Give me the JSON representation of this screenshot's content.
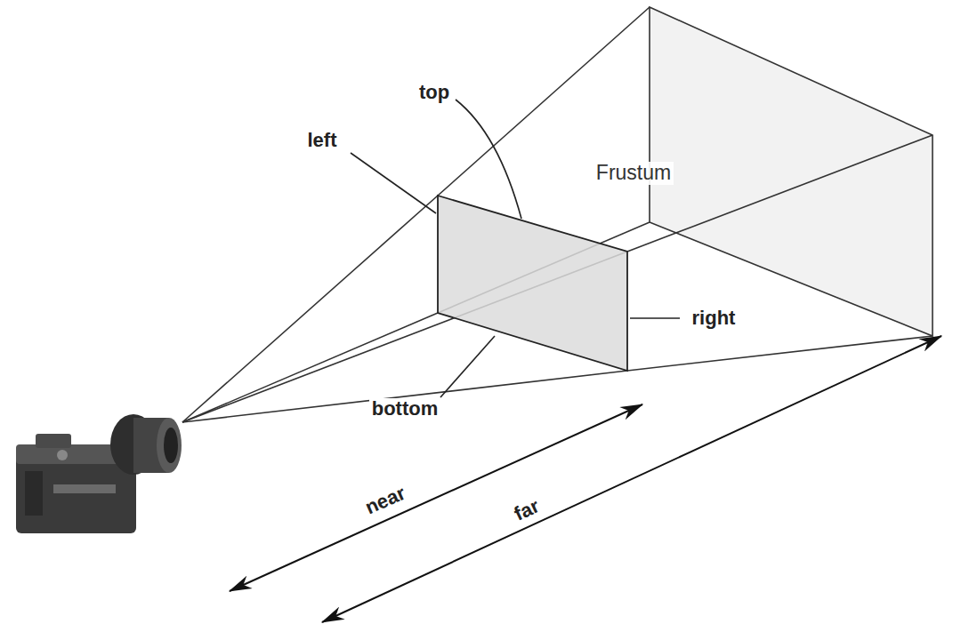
{
  "diagram": {
    "labels": [
      "top",
      "left",
      "Frustum",
      "right",
      "bottom",
      "near",
      "far"
    ]
  }
}
